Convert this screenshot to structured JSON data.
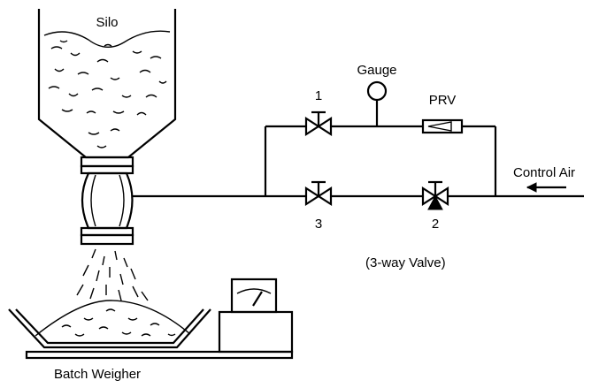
{
  "labels": {
    "silo": "Silo",
    "gauge": "Gauge",
    "valve_1": "1",
    "valve_2": "2",
    "valve_3": "3",
    "prv": "PRV",
    "control_air": "Control Air",
    "three_way_valve": "(3-way Valve)",
    "batch_weigher": "Batch Weigher"
  }
}
